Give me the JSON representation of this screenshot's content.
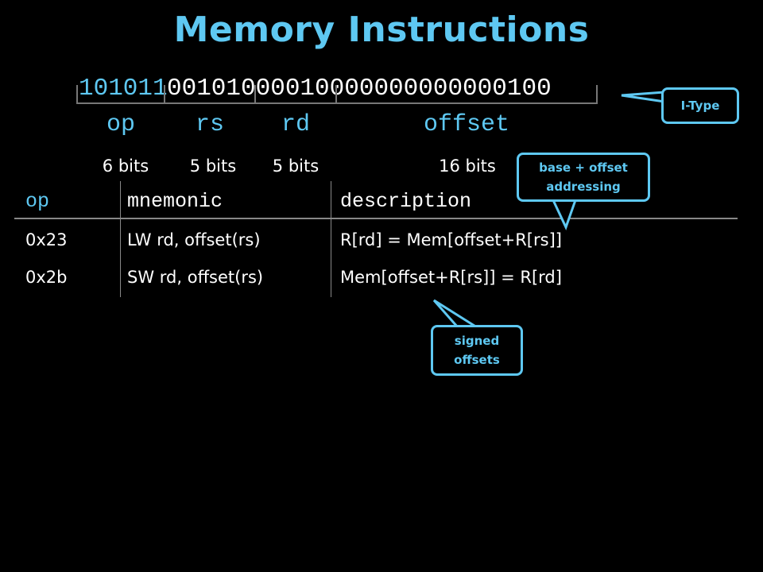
{
  "title": "Memory Instructions",
  "encoding": {
    "op_bits": "101011",
    "rest_bits": "00101000010000000000000100",
    "fields": [
      {
        "label": "op",
        "width": "6 bits"
      },
      {
        "label": "rs",
        "width": "5 bits"
      },
      {
        "label": "rd",
        "width": "5 bits"
      },
      {
        "label": "offset",
        "width": "16 bits"
      }
    ]
  },
  "table": {
    "headers": [
      "op",
      "mnemonic",
      "description"
    ],
    "rows": [
      {
        "op": "0x23",
        "mnemonic": "LW rd, offset(rs)",
        "description": "R[rd] = Mem[offset+R[rs]]"
      },
      {
        "op": "0x2b",
        "mnemonic": "SW rd, offset(rs)",
        "description": "Mem[offset+R[rs]] =  R[rd]"
      }
    ]
  },
  "callouts": {
    "itype": "I-Type",
    "base_offset_line1": "base + offset",
    "base_offset_line2": "addressing",
    "signed_line1": "signed",
    "signed_line2": "offsets"
  },
  "colors": {
    "accent": "#5ec8f2",
    "background": "#000000",
    "text": "#ffffff"
  }
}
